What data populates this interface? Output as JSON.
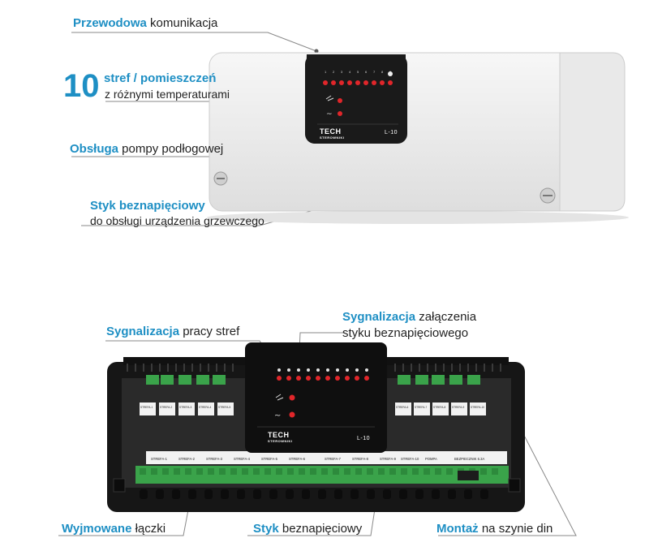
{
  "top": {
    "c1": {
      "strong": "Przewodowa",
      "rest": " komunikacja"
    },
    "c2": {
      "big": "10",
      "strong": "stref / pomieszczeń",
      "sub": "z różnymi temperaturami"
    },
    "c3": {
      "strong": "Obsługa",
      "rest": " pompy podłogowej"
    },
    "c4": {
      "strong": "Styk beznapięciowy",
      "sub": "do obsługi urządzenia grzewczego"
    },
    "device": {
      "brand": "TECH",
      "brand_sub": "STEROWNIKI",
      "model": "L-10"
    }
  },
  "bottom": {
    "c5": {
      "strong": "Sygnalizacja",
      "rest": " pracy stref"
    },
    "c6": {
      "strong": "Sygnalizacja",
      "rest": " załączenia",
      "line2": "styku beznapięciowego"
    },
    "c7": {
      "strong": "Wyjmowane",
      "rest": " łączki"
    },
    "c8": {
      "strong": "Styk",
      "rest": " beznapięciowy"
    },
    "c9": {
      "strong": "Montaż",
      "rest": " na szynie din"
    },
    "device": {
      "brand": "TECH",
      "brand_sub": "STEROWNIKI",
      "model": "L-10"
    },
    "zones_top": [
      "STREFA-1",
      "STREFA-2",
      "STREFA-3",
      "STREFA-4",
      "STREFA-5",
      "STREFA-6",
      "STREFA-7",
      "STREFA-8",
      "STREFA-9",
      "STREFA-10"
    ],
    "zones_bottom": [
      "STREFA-1",
      "STREFA-2",
      "STREFA-3",
      "STREFA-4",
      "STREFA-5",
      "STREFA-6",
      "STREFA-7",
      "STREFA-8",
      "STREFA-9",
      "STREFA-10",
      "POMPA",
      "BEZPIECZNIK 6.3A"
    ]
  }
}
